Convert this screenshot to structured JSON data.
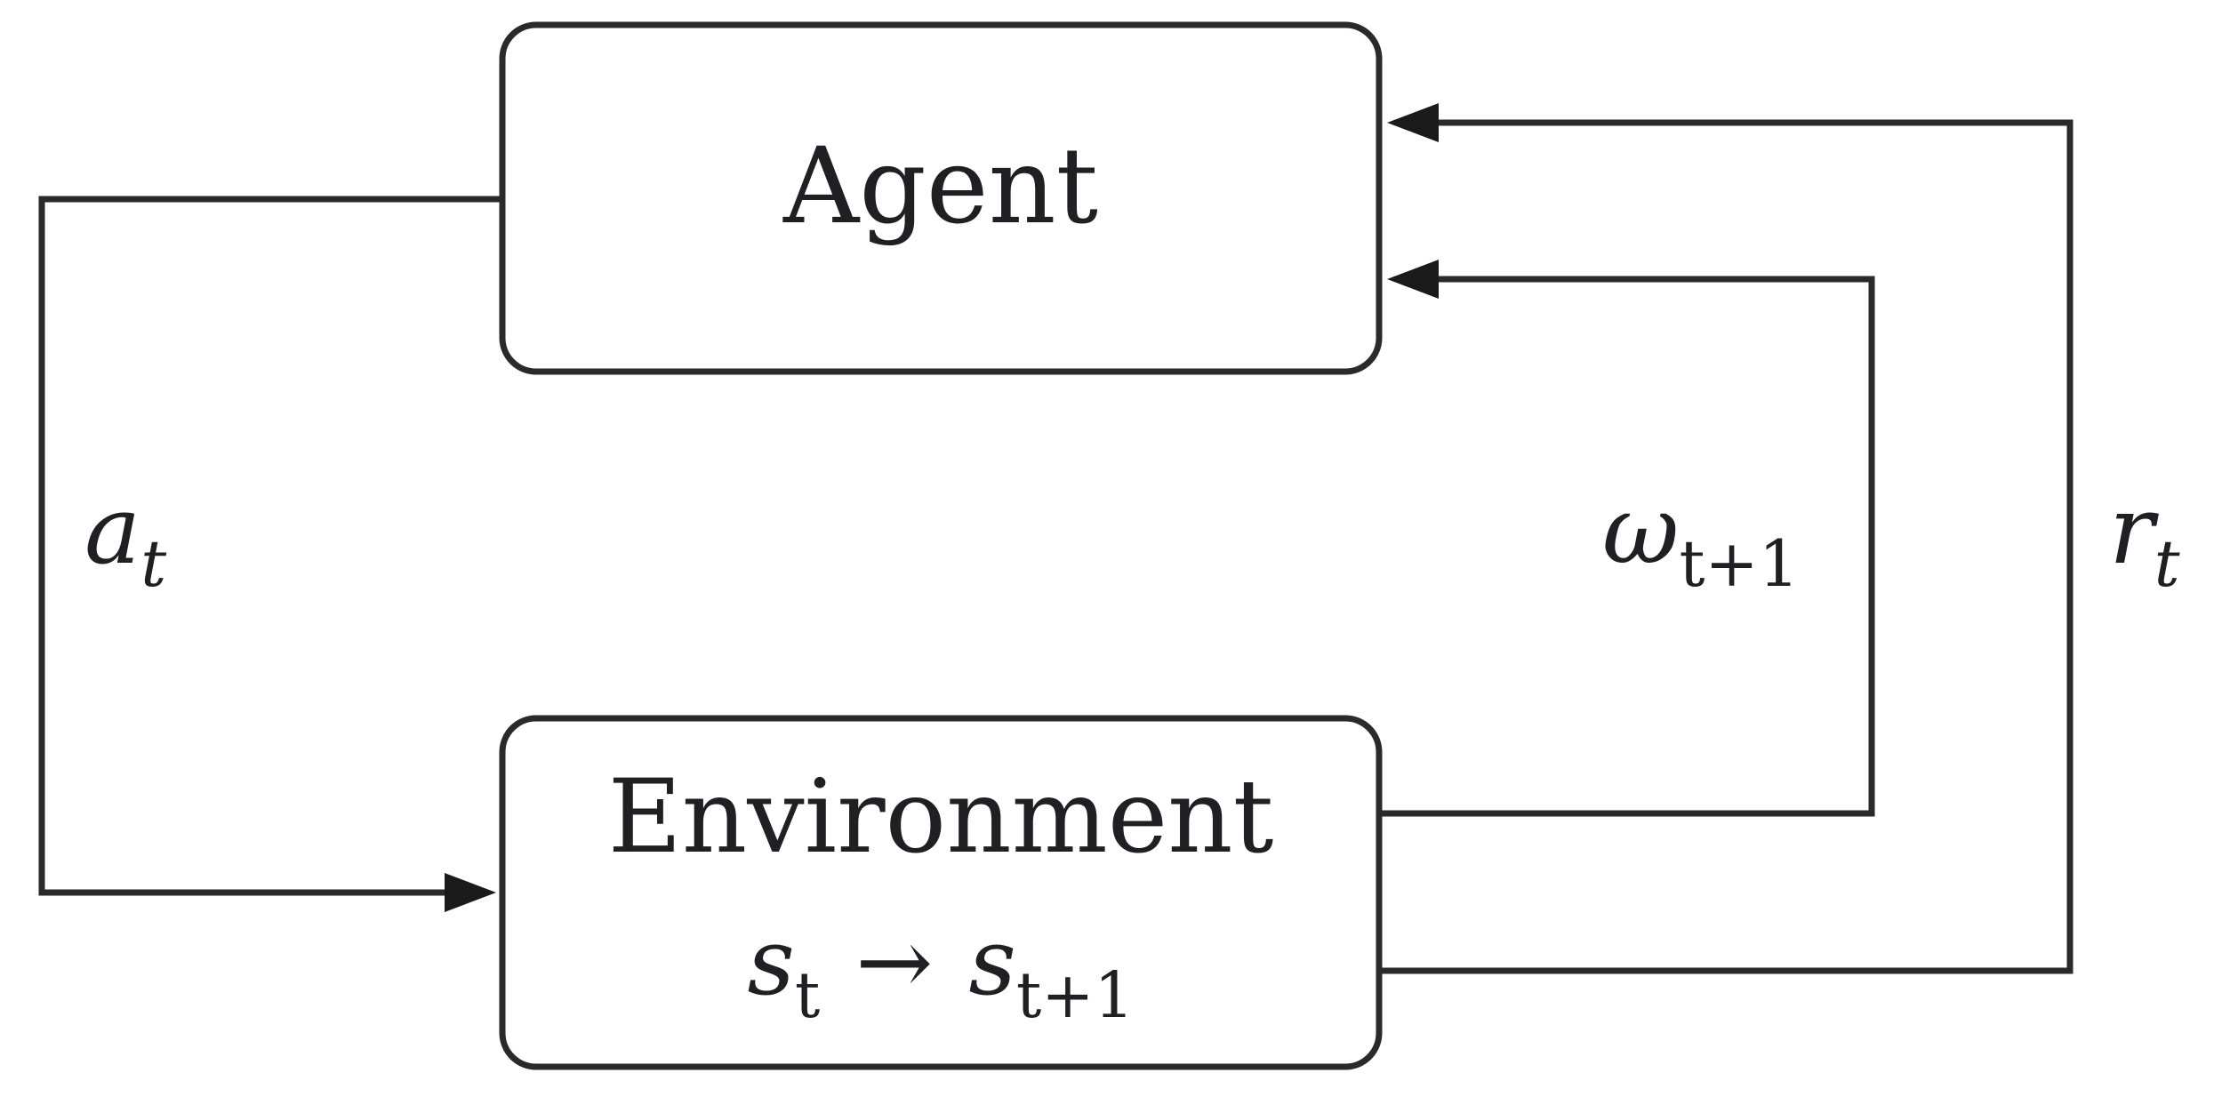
{
  "nodes": {
    "agent": {
      "label": "Agent"
    },
    "environment": {
      "label": "Environment",
      "transition": {
        "from": {
          "base": "s",
          "sub": "t"
        },
        "arrow": "→",
        "to": {
          "base": "s",
          "sub": "t+1"
        }
      }
    }
  },
  "edges": {
    "action": {
      "label": {
        "base": "a",
        "sub": "t"
      }
    },
    "observation": {
      "label": {
        "base": "ω",
        "sub": "t+1"
      }
    },
    "reward": {
      "label": {
        "base": "r",
        "sub": "t"
      }
    }
  }
}
